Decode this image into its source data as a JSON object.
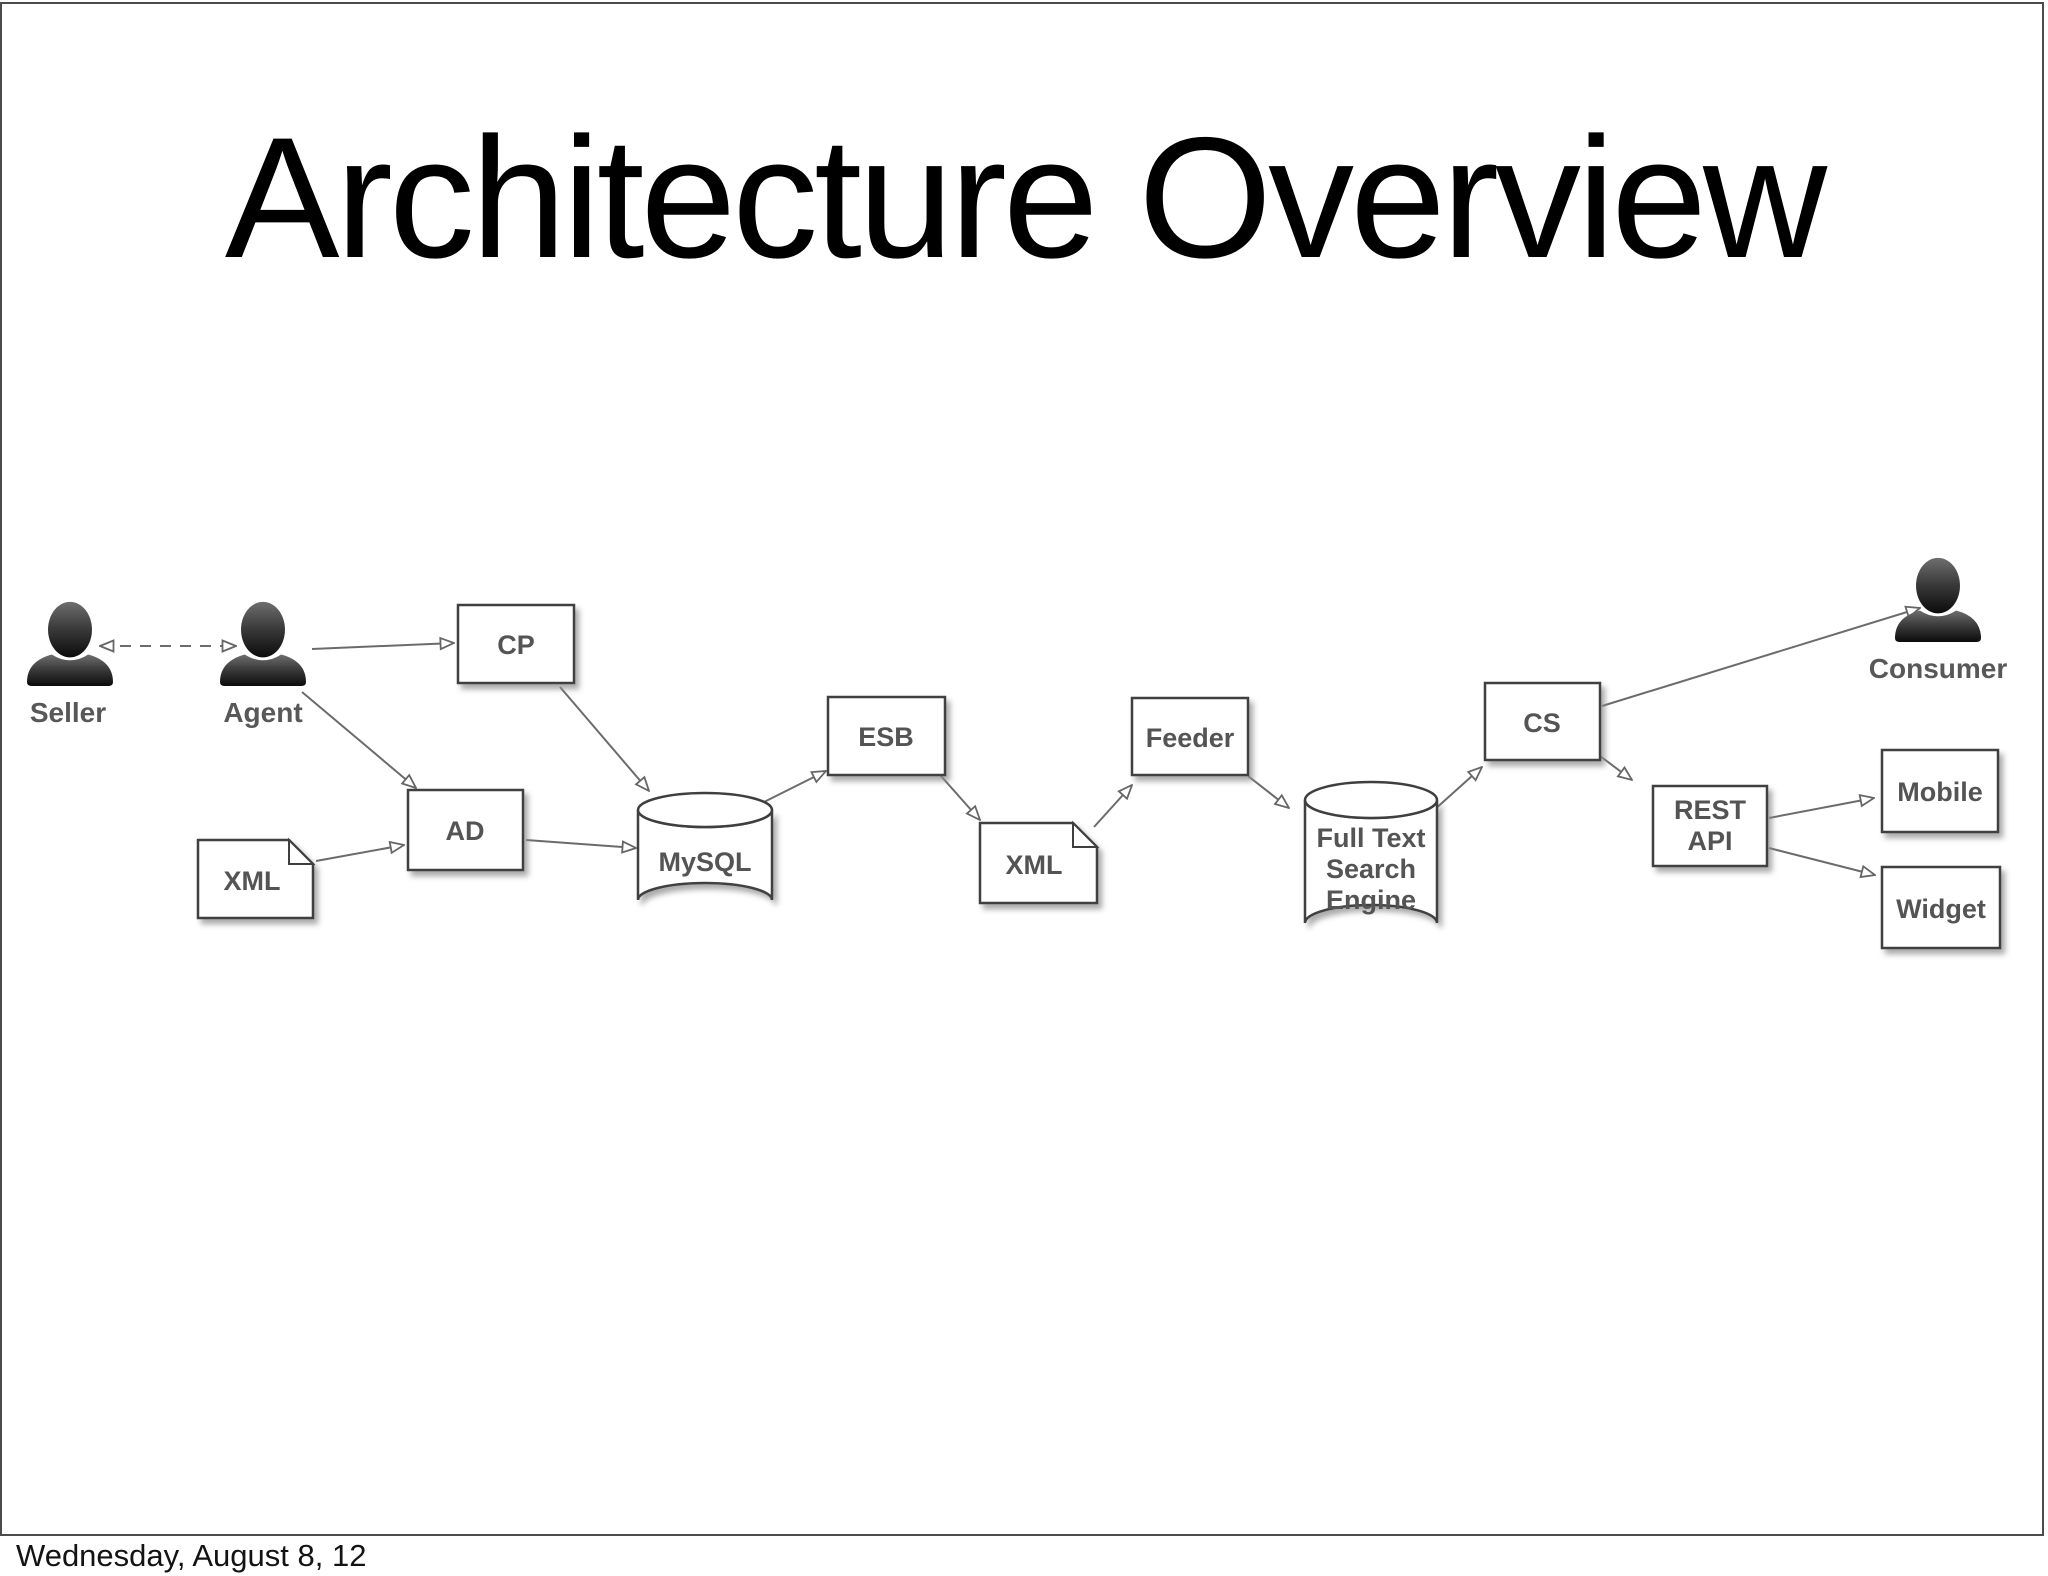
{
  "slide": {
    "title": "Architecture Overview",
    "footer": "Wednesday, August 8, 12"
  },
  "diagram": {
    "actors": {
      "seller": {
        "label": "Seller"
      },
      "agent": {
        "label": "Agent"
      },
      "consumer": {
        "label": "Consumer"
      }
    },
    "nodes": {
      "cp": {
        "label": "CP",
        "shape": "box"
      },
      "ad": {
        "label": "AD",
        "shape": "box"
      },
      "xml_source": {
        "label": "XML",
        "shape": "document"
      },
      "mysql": {
        "label": "MySQL",
        "shape": "database-cylinder"
      },
      "esb": {
        "label": "ESB",
        "shape": "box"
      },
      "xml_export": {
        "label": "XML",
        "shape": "document"
      },
      "feeder": {
        "label": "Feeder",
        "shape": "box"
      },
      "fts": {
        "label": "Full Text Search Engine",
        "line1": "Full Text",
        "line2": "Search",
        "line3": "Engine",
        "shape": "database-cylinder"
      },
      "cs": {
        "label": "CS",
        "shape": "box"
      },
      "rest_api": {
        "label": "REST API",
        "line1": "REST",
        "line2": "API",
        "shape": "box"
      },
      "mobile": {
        "label": "Mobile",
        "shape": "box"
      },
      "widget": {
        "label": "Widget",
        "shape": "box"
      }
    },
    "edges": [
      {
        "from": "seller",
        "to": "agent",
        "style": "dashed",
        "arrows": "both"
      },
      {
        "from": "agent",
        "to": "cp",
        "style": "solid",
        "arrows": "end"
      },
      {
        "from": "agent",
        "to": "ad",
        "style": "solid",
        "arrows": "end"
      },
      {
        "from": "xml_source",
        "to": "ad",
        "style": "solid",
        "arrows": "end"
      },
      {
        "from": "cp",
        "to": "mysql",
        "style": "solid",
        "arrows": "end"
      },
      {
        "from": "ad",
        "to": "mysql",
        "style": "solid",
        "arrows": "end"
      },
      {
        "from": "mysql",
        "to": "esb",
        "style": "solid",
        "arrows": "end"
      },
      {
        "from": "esb",
        "to": "xml_export",
        "style": "solid",
        "arrows": "end"
      },
      {
        "from": "xml_export",
        "to": "feeder",
        "style": "solid",
        "arrows": "end"
      },
      {
        "from": "feeder",
        "to": "fts",
        "style": "solid",
        "arrows": "end"
      },
      {
        "from": "fts",
        "to": "cs",
        "style": "solid",
        "arrows": "end"
      },
      {
        "from": "cs",
        "to": "consumer",
        "style": "solid",
        "arrows": "end"
      },
      {
        "from": "cs",
        "to": "rest_api",
        "style": "solid",
        "arrows": "end"
      },
      {
        "from": "rest_api",
        "to": "mobile",
        "style": "solid",
        "arrows": "end"
      },
      {
        "from": "rest_api",
        "to": "widget",
        "style": "solid",
        "arrows": "end"
      }
    ]
  },
  "colors": {
    "slide_border": "#4c4c4c",
    "box_border": "#3f3f3f",
    "box_fill": "#ffffff",
    "node_label_text": "#545454",
    "connector": "#6b6b6b",
    "title_text": "#000000",
    "footer_text": "#131313",
    "person_silhouette_dark": "#0b0b0b",
    "person_silhouette_light": "#6e6e6e"
  }
}
